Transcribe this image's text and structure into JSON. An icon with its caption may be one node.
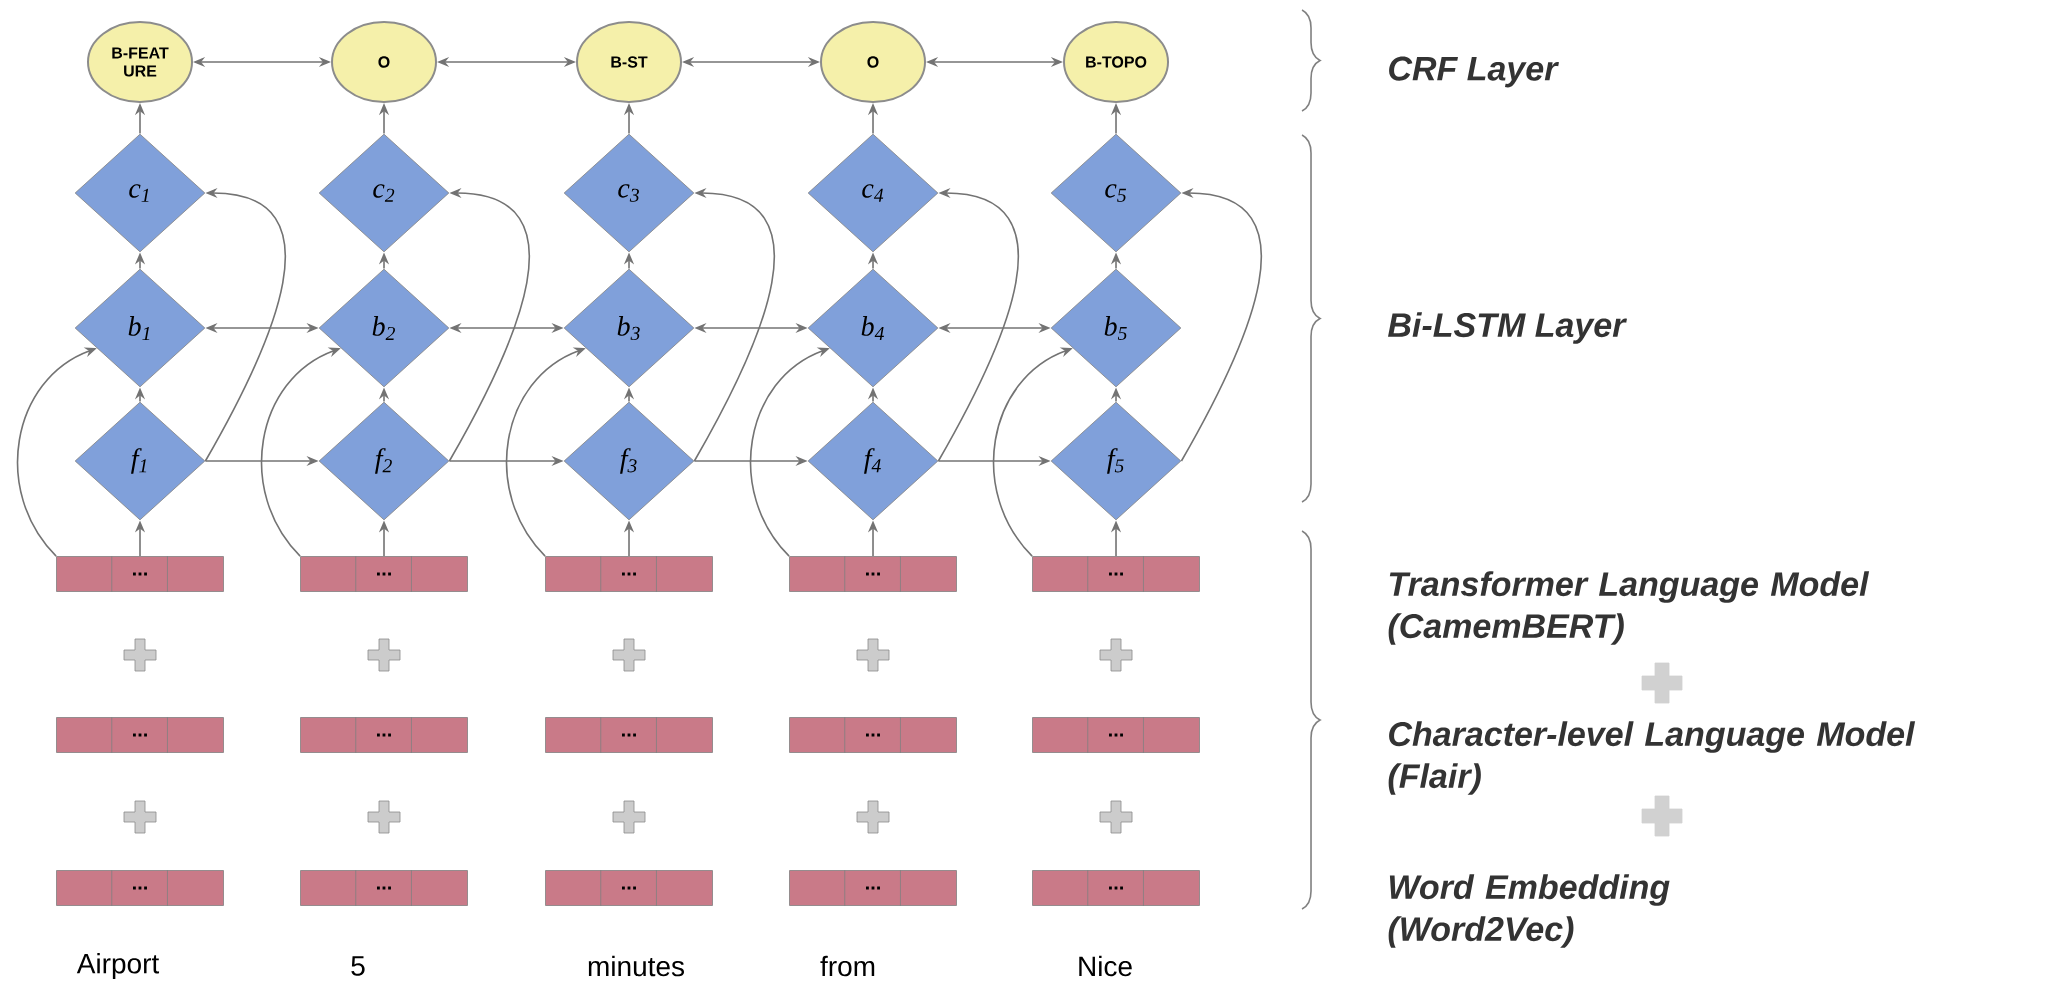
{
  "diagram": {
    "nodes": [
      {
        "text": [
          "B-FEAT URE"
        ]
      },
      {
        "text": [
          "O"
        ]
      },
      {
        "text": [
          "B-ST"
        ]
      },
      {
        "text": [
          "O"
        ]
      },
      {
        "text": [
          "B-TOPO"
        ]
      },
      {
        "text": [
          "c$_{1}$"
        ]
      },
      {
        "text": [
          "c$_{2}$"
        ]
      },
      {
        "text": [
          "c$_{3}$"
        ]
      },
      {
        "text": [
          "c$_{4}$"
        ]
      },
      {
        "text": [
          "c$_{5}$"
        ]
      },
      {
        "text": [
          "b$_{1}$"
        ]
      },
      {
        "text": [
          "b$_{2}$"
        ]
      },
      {
        "text": [
          "b$_{3}$"
        ]
      },
      {
        "text": [
          "b$_{4}$"
        ]
      },
      {
        "text": [
          "b$_{5}$"
        ]
      },
      {
        "text": [
          "f$_{1}$"
        ]
      },
      {
        "text": [
          "f$_{2}$"
        ]
      },
      {
        "text": [
          "f$_{3}$"
        ]
      },
      {
        "text": [
          "f$_{4}$"
        ]
      },
      {
        "text": [
          "f$_{5}$"
        ]
      },
      {
        "text": [
          "..."
        ]
      },
      {
        "text": [
          "..."
        ]
      },
      {
        "text": [
          "..."
        ]
      },
      {
        "text": [
          "..."
        ]
      },
      {
        "text": [
          "..."
        ]
      },
      {
        "text": [
          "..."
        ]
      },
      {
        "text": [
          "..."
        ]
      },
      {
        "text": [
          "..."
        ]
      },
      {
        "text": [
          "..."
        ]
      },
      {
        "text": [
          "..."
        ]
      },
      {
        "text": [
          "..."
        ]
      },
      {
        "text": [
          "..."
        ]
      },
      {
        "text": [
          "..."
        ]
      },
      {
        "text": [
          "..."
        ]
      },
      {
        "text": [
          "..."
        ]
      }
    ],
    "edges": [
      {
        "from": 0,
        "to": 1,
        "arrow": "both"
      },
      {
        "from": 1,
        "to": 2,
        "arrow": "both"
      },
      {
        "from": 2,
        "to": 3,
        "arrow": "both"
      },
      {
        "from": 3,
        "to": 4,
        "arrow": "both"
      },
      {
        "from": 5,
        "to": 0,
        "arrow": "to"
      },
      {
        "from": 6,
        "to": 1,
        "arrow": "to"
      },
      {
        "from": 7,
        "to": 2,
        "arrow": "to"
      },
      {
        "from": 8,
        "to": 3,
        "arrow": "to"
      },
      {
        "from": 9,
        "to": 4,
        "arrow": "to"
      },
      {
        "from": 10,
        "to": 5,
        "arrow": "to"
      },
      {
        "from": 11,
        "to": 6,
        "arrow": "to"
      },
      {
        "from": 12,
        "to": 7,
        "arrow": "to"
      },
      {
        "from": 13,
        "to": 8,
        "arrow": "to"
      },
      {
        "from": 14,
        "to": 9,
        "arrow": "to"
      },
      {
        "from": 10,
        "to": 11,
        "arrow": "both"
      },
      {
        "from": 11,
        "to": 12,
        "arrow": "both"
      },
      {
        "from": 12,
        "to": 13,
        "arrow": "both"
      },
      {
        "from": 13,
        "to": 14,
        "arrow": "both"
      },
      {
        "from": 15,
        "to": 10,
        "arrow": "to"
      },
      {
        "from": 16,
        "to": 11,
        "arrow": "to"
      },
      {
        "from": 17,
        "to": 12,
        "arrow": "to"
      },
      {
        "from": 18,
        "to": 13,
        "arrow": "to"
      },
      {
        "from": 19,
        "to": 14,
        "arrow": "to"
      },
      {
        "from": 15,
        "to": 5,
        "arrow": "to"
      },
      {
        "from": 16,
        "to": 6,
        "arrow": "to"
      },
      {
        "from": 17,
        "to": 7,
        "arrow": "to"
      },
      {
        "from": 18,
        "to": 8,
        "arrow": "to"
      },
      {
        "from": 19,
        "to": 9,
        "arrow": "to"
      },
      {
        "from": 15,
        "to": 16,
        "arrow": "to"
      },
      {
        "from": 16,
        "to": 17,
        "arrow": "to"
      },
      {
        "from": 17,
        "to": 18,
        "arrow": "to"
      },
      {
        "from": 18,
        "to": 19,
        "arrow": "to"
      },
      {
        "from": 20,
        "to": 15,
        "arrow": "to"
      },
      {
        "from": 21,
        "to": 16,
        "arrow": "to"
      },
      {
        "from": 22,
        "to": 17,
        "arrow": "to"
      },
      {
        "from": 23,
        "to": 18,
        "arrow": "to"
      },
      {
        "from": 24,
        "to": 19,
        "arrow": "to"
      },
      {
        "from": 20,
        "to": 10,
        "arrow": "to"
      },
      {
        "from": 21,
        "to": 11,
        "arrow": "to"
      },
      {
        "from": 22,
        "to": 12,
        "arrow": "to"
      },
      {
        "from": 23,
        "to": 13,
        "arrow": "to"
      },
      {
        "from": 24,
        "to": 14,
        "arrow": "to"
      }
    ],
    "labels": [
      "CRF Layer",
      "Bi-LSTM Layer",
      "Transformer Language Model (CamemBERT)",
      "Character-level Language Model (Flair)",
      "Word Embedding (Word2Vec)",
      "Airport",
      "5",
      "minutes",
      "from",
      "Nice"
    ]
  }
}
